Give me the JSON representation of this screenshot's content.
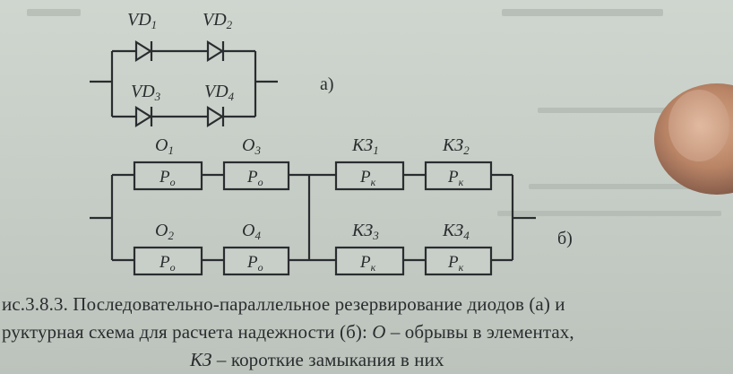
{
  "diagram_a": {
    "labels": [
      "VD1",
      "VD2",
      "VD3",
      "VD4"
    ],
    "label_main": "VD",
    "subscripts": [
      "1",
      "2",
      "3",
      "4"
    ],
    "panel_tag": "а)"
  },
  "diagram_b": {
    "top_row": [
      {
        "label": "O",
        "sub": "1",
        "box": "P",
        "box_sub": "o"
      },
      {
        "label": "O",
        "sub": "3",
        "box": "P",
        "box_sub": "o"
      },
      {
        "label": "КЗ",
        "sub": "1",
        "box": "P",
        "box_sub": "к"
      },
      {
        "label": "КЗ",
        "sub": "2",
        "box": "P",
        "box_sub": "к"
      }
    ],
    "bottom_row": [
      {
        "label": "O",
        "sub": "2",
        "box": "P",
        "box_sub": "o"
      },
      {
        "label": "O",
        "sub": "4",
        "box": "P",
        "box_sub": "o"
      },
      {
        "label": "КЗ",
        "sub": "3",
        "box": "P",
        "box_sub": "к"
      },
      {
        "label": "КЗ",
        "sub": "4",
        "box": "P",
        "box_sub": "к"
      }
    ],
    "panel_tag": "б)"
  },
  "caption": {
    "line1": "ис.3.8.3. Последовательно-параллельное резервирование диодов (а) и",
    "line2_prefix": "руктурная схема для расчета надежности (б): ",
    "line2_em": "О",
    "line2_suffix": " – обрывы в элементах,",
    "line3_em": "КЗ",
    "line3_suffix": " – короткие замыкания в них"
  },
  "colors": {
    "ink": "#2a2d2f",
    "paper": "#c8cfc8",
    "finger": "#b88a6c"
  }
}
